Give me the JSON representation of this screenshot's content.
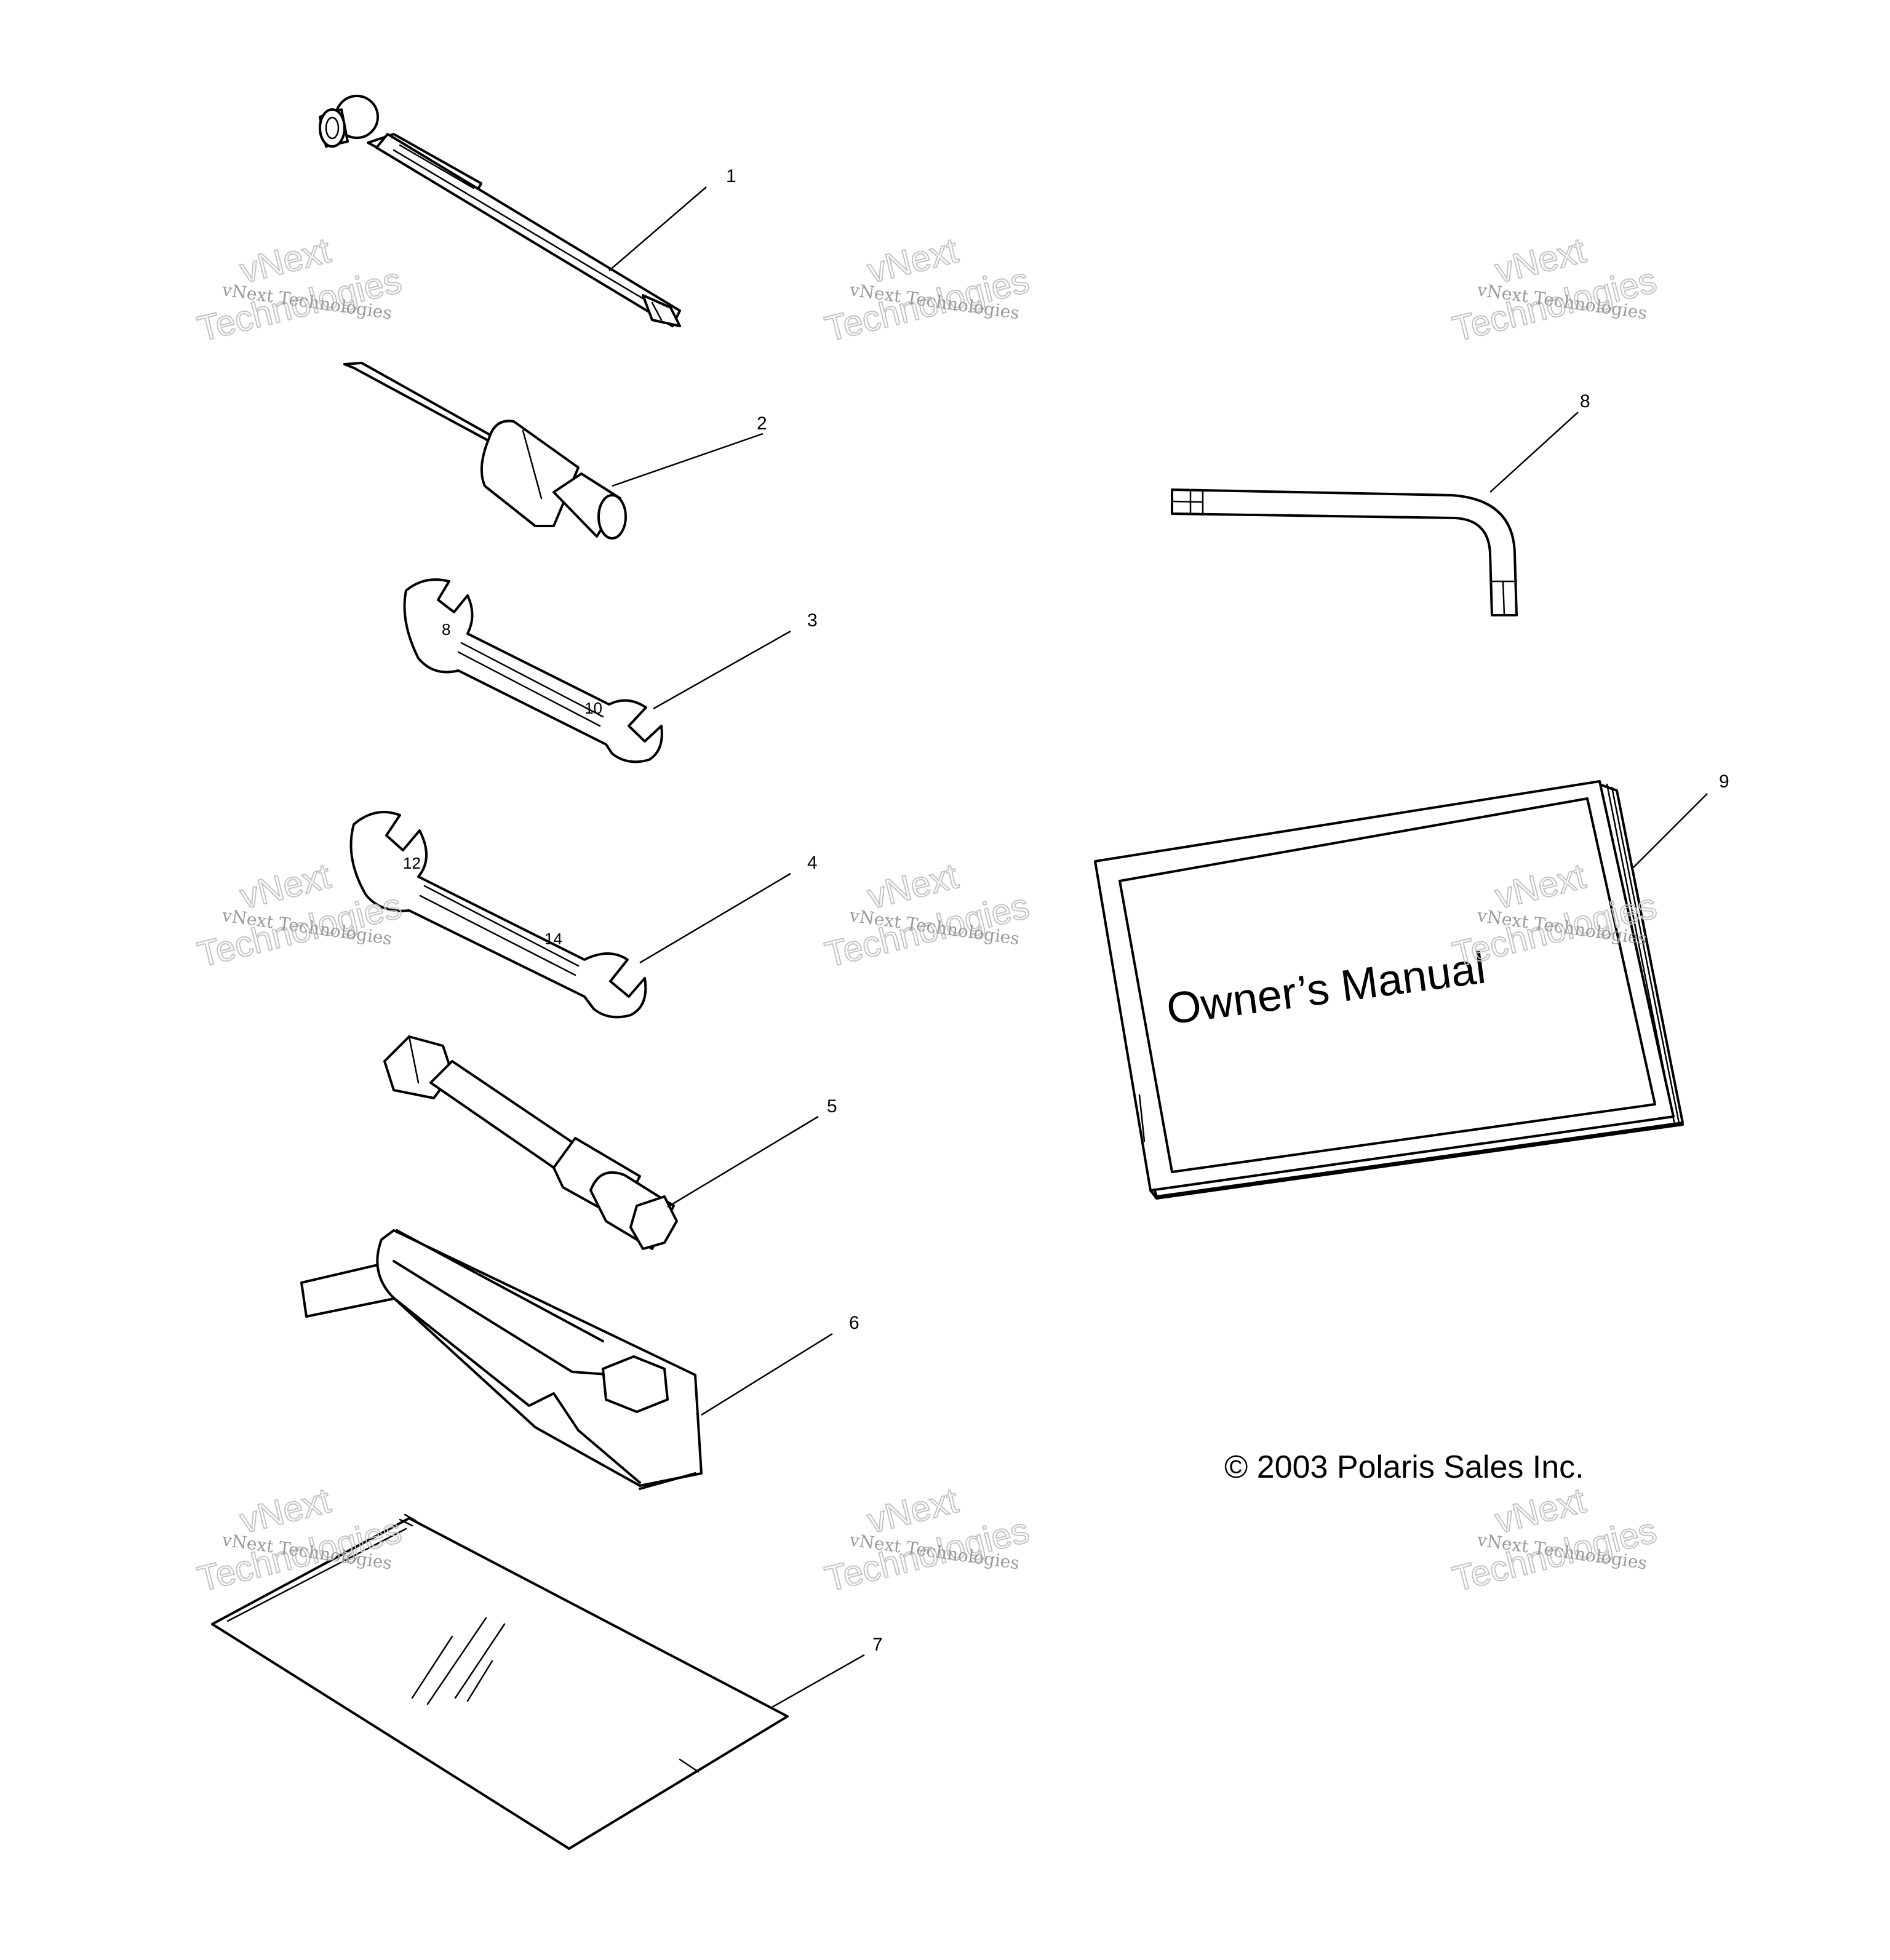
{
  "diagram": {
    "parts": [
      {
        "number": "1",
        "icon": "tire-pressure-gauge-icon"
      },
      {
        "number": "2",
        "icon": "screwdriver-icon"
      },
      {
        "number": "3",
        "icon": "open-end-wrench-8-10-icon"
      },
      {
        "number": "4",
        "icon": "open-end-wrench-12-14-icon"
      },
      {
        "number": "5",
        "icon": "spark-plug-socket-wrench-icon"
      },
      {
        "number": "6",
        "icon": "spanner-tool-icon"
      },
      {
        "number": "7",
        "icon": "tool-pouch-bag-icon"
      },
      {
        "number": "8",
        "icon": "hex-key-icon"
      },
      {
        "number": "9",
        "icon": "owners-manual-icon"
      }
    ],
    "wrench_3_marks": [
      "8",
      "10"
    ],
    "wrench_4_marks": [
      "12",
      "14"
    ],
    "manual_cover_text": "Owner’s Manual",
    "copyright": "© 2003 Polaris Sales Inc."
  },
  "watermark": {
    "line1": "vNext Technologies",
    "big_line1": "vNext",
    "big_line2": "Technologies"
  }
}
